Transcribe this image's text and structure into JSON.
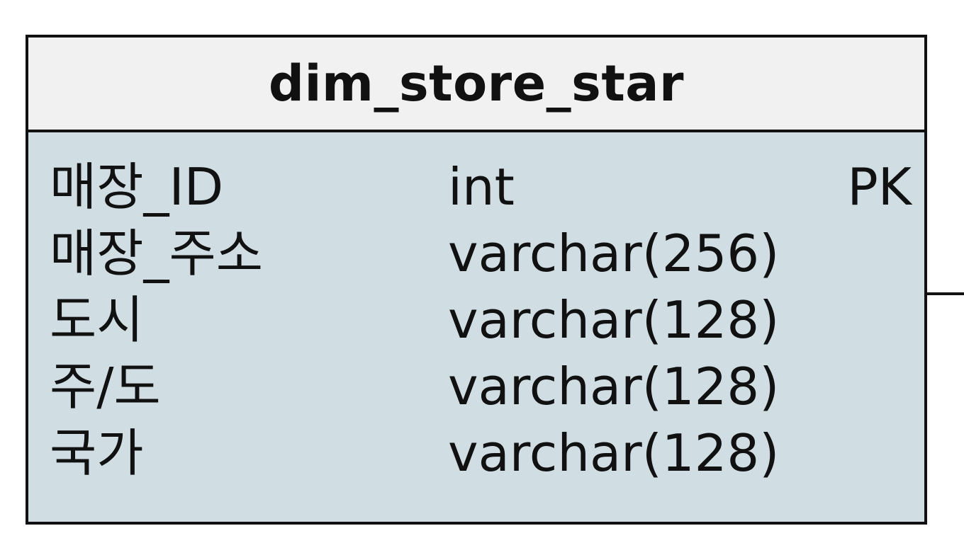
{
  "entity": {
    "title": "dim_store_star",
    "columns": [
      {
        "name": "매장_ID",
        "type": "int",
        "key": "PK"
      },
      {
        "name": "매장_주소",
        "type": "varchar(256)",
        "key": ""
      },
      {
        "name": "도시",
        "type": "varchar(128)",
        "key": ""
      },
      {
        "name": "주/도",
        "type": "varchar(128)",
        "key": ""
      },
      {
        "name": "국가",
        "type": "varchar(128)",
        "key": ""
      }
    ]
  },
  "colors": {
    "header_background": "#f1f1f1",
    "body_background": "#d0dee4",
    "border": "#111111",
    "text": "#111111"
  }
}
